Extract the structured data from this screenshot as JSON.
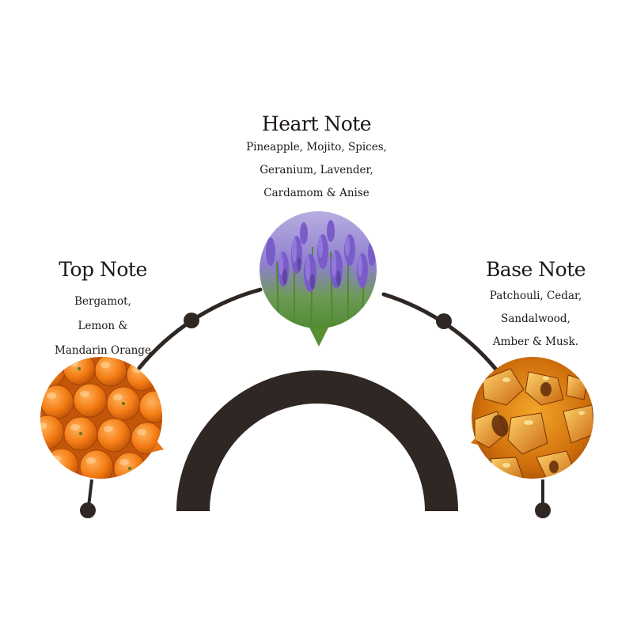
{
  "notes": {
    "top": {
      "title": "Top Note",
      "lines": [
        "Bergamot,",
        "Lemon &",
        "Mandarin Orange"
      ],
      "image": "oranges-photo"
    },
    "heart": {
      "title": "Heart Note",
      "lines": [
        "Pineapple, Mojito, Spices,",
        "Geranium, Lavender,",
        "Cardamom & Anise"
      ],
      "image": "lavender-photo"
    },
    "base": {
      "title": "Base Note",
      "lines": [
        "Patchouli, Cedar,",
        "Sandalwood,",
        "Amber & Musk."
      ],
      "image": "amber-photo"
    }
  },
  "colors": {
    "ink": "#2f2724",
    "text": "#1c1714",
    "background": "#ffffff"
  }
}
